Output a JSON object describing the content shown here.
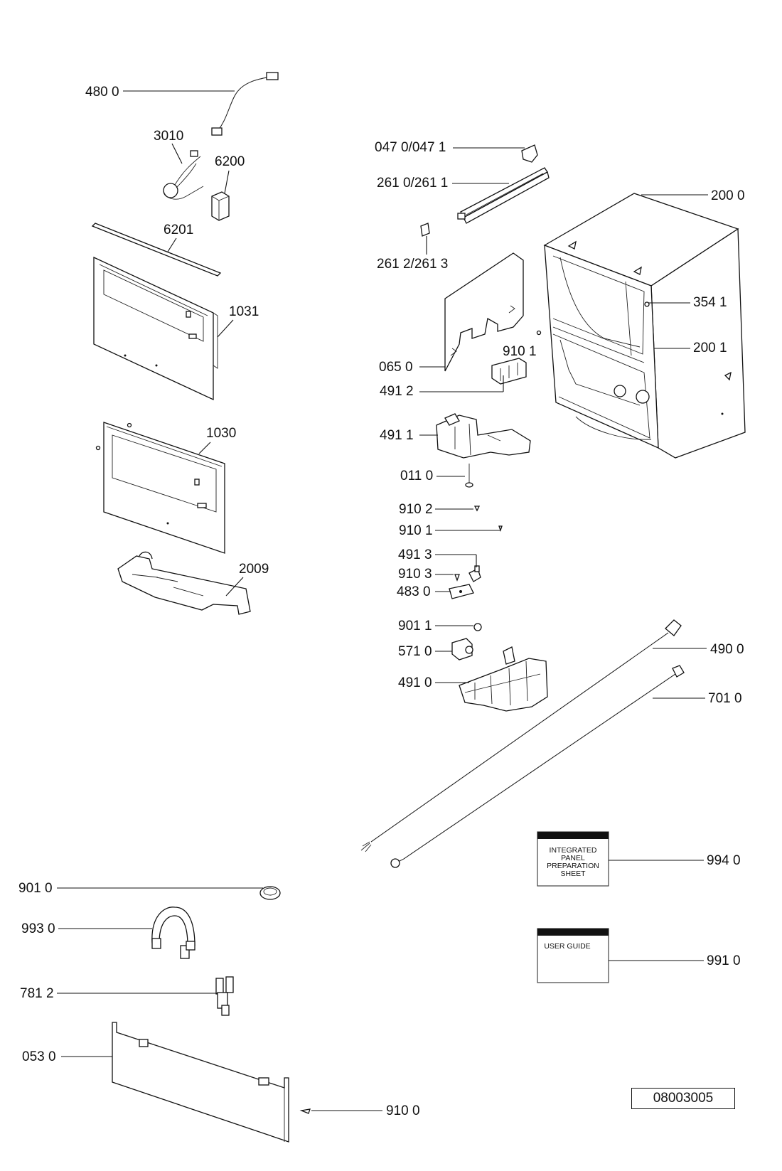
{
  "diagram_number": "08003005",
  "labels": {
    "l4800": "480 0",
    "l3010": "3010",
    "l6200": "6200",
    "l6201": "6201",
    "l1031": "1031",
    "l1030": "1030",
    "l2009": "2009",
    "l0470": "047 0/047 1",
    "l2610": "261 0/261 1",
    "l2612": "261 2/261 3",
    "l2000": "200 0",
    "l3541": "354 1",
    "l2001": "200 1",
    "l9101a": "910 1",
    "l0650": "065 0",
    "l4912": "491 2",
    "l4911": "491 1",
    "l0110": "011 0",
    "l9102": "910 2",
    "l9101b": "910 1",
    "l4913": "491 3",
    "l9103": "910 3",
    "l4830": "483 0",
    "l9011": "901 1",
    "l5710": "571 0",
    "l4910": "491 0",
    "l4900": "490 0",
    "l7010": "701 0",
    "l9940": "994 0",
    "l9910": "991 0",
    "l9010": "901 0",
    "l9930": "993 0",
    "l7812": "781 2",
    "l0530": "053 0",
    "l9100": "910 0"
  },
  "documents": {
    "panel_sheet": [
      "INTEGRATED",
      "PANEL",
      "PREPARATION",
      "SHEET"
    ],
    "user_guide": "USER GUIDE"
  }
}
